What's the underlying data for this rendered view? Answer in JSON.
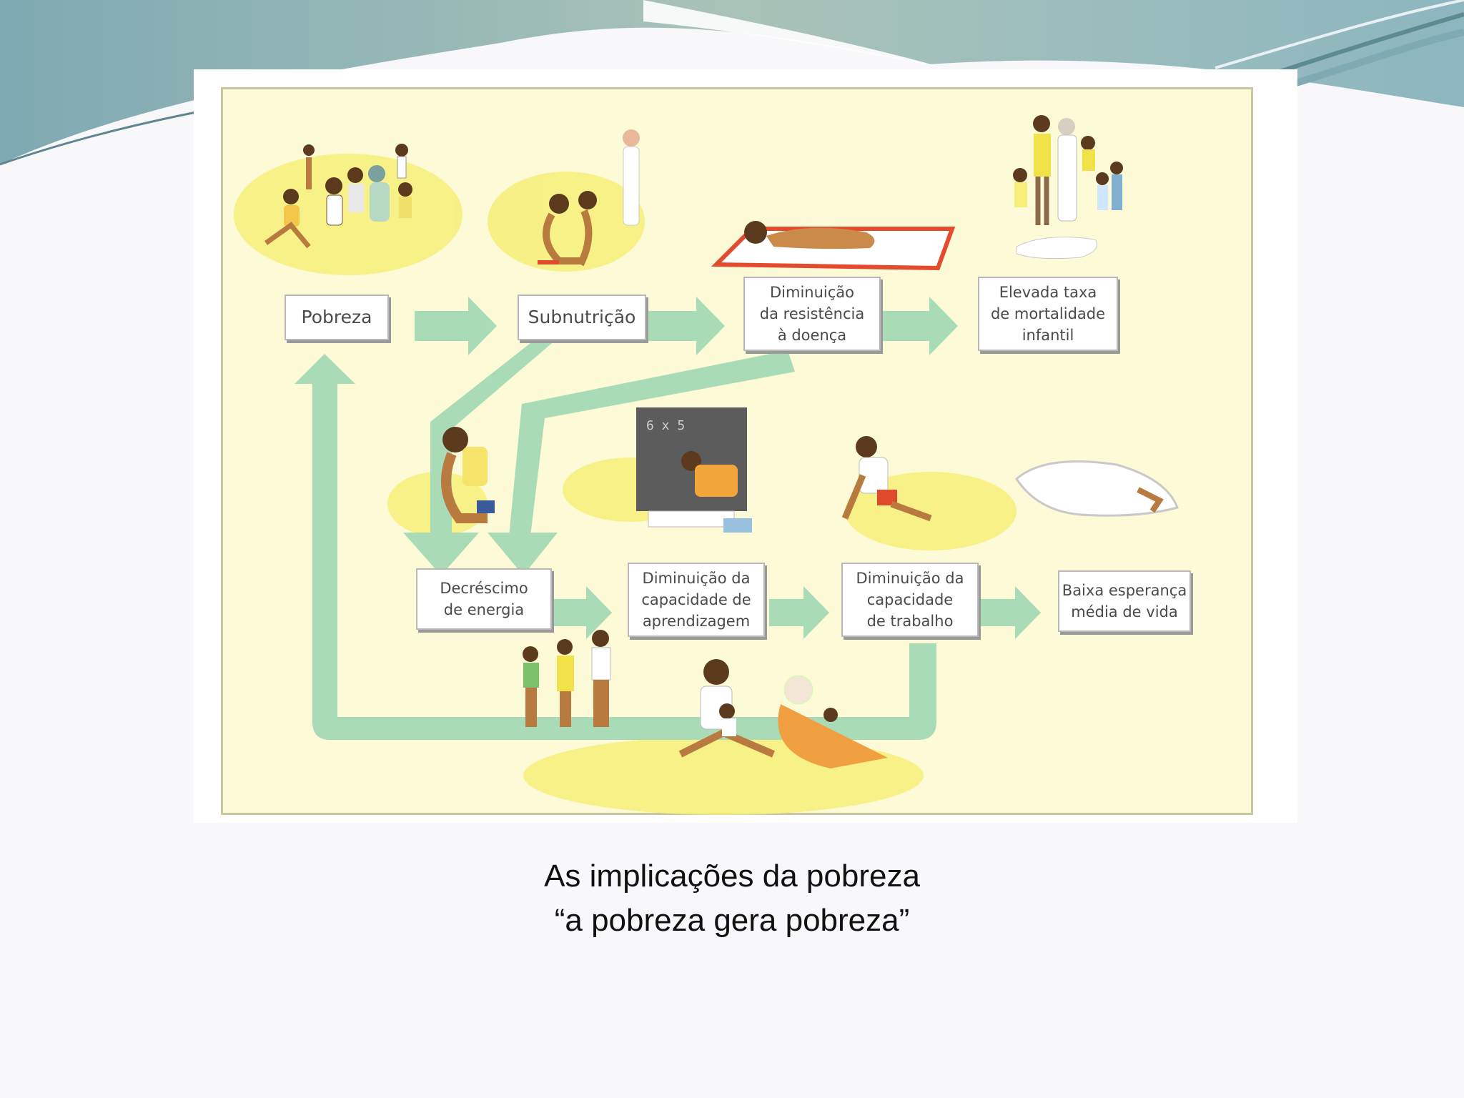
{
  "slide": {
    "caption_line1": "As implicações da pobreza",
    "caption_line2": "“a pobreza gera pobreza”"
  },
  "diagram": {
    "nodes": [
      {
        "id": "pobreza",
        "label": "Pobreza"
      },
      {
        "id": "subnutricao",
        "label": "Subnutrição"
      },
      {
        "id": "resistencia",
        "label": "Diminuição\nda resistência\nà doença"
      },
      {
        "id": "mortalidade",
        "label": "Elevada taxa\nde mortalidade\ninfantil"
      },
      {
        "id": "energia",
        "label": "Decréscimo\nde energia"
      },
      {
        "id": "aprendizagem",
        "label": "Diminuição da\ncapacidade de\naprendizagem"
      },
      {
        "id": "trabalho",
        "label": "Diminuição da\ncapacidade\nde trabalho"
      },
      {
        "id": "esperanca",
        "label": "Baixa esperança\nmédia de vida"
      }
    ],
    "blackboard_text": "6 x 5"
  },
  "colors": {
    "arrow": "#a9dcb6",
    "panel": "#fdfbd7",
    "yellow_blob": "#f7ef7a",
    "skin": "#b87a3f",
    "header_teal": "#86b4bd"
  }
}
